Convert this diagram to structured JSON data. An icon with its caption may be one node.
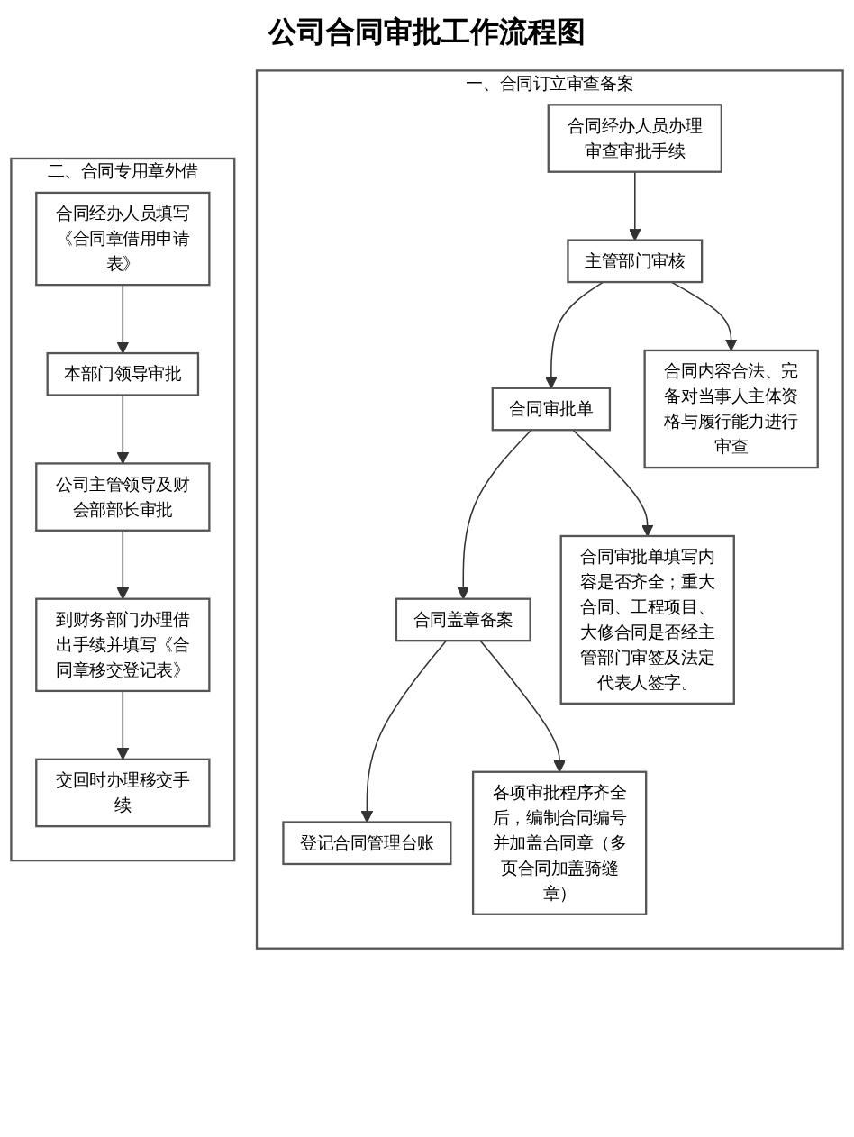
{
  "diagram": {
    "title": "公司合同审批工作流程图",
    "nodes": [
      {
        "text": [
          "一、合同订立审查备案"
        ]
      },
      {
        "text": [
          "合同经办人员办理审查审批手续"
        ],
        "in": 0
      },
      {
        "text": [
          "主管部门审核"
        ],
        "in": 0
      },
      {
        "text": [
          "合同审批单"
        ],
        "in": 0
      },
      {
        "text": [
          "合同盖章备案"
        ],
        "in": 0
      },
      {
        "text": [
          "登记合同管理台账"
        ],
        "in": 0
      },
      {
        "text": [
          "合同内容合法、完备对当事人主体资格与履行能力进行审查"
        ],
        "in": 0
      },
      {
        "text": [
          "合同审批单填写内容是否齐全；重大合同、工程项目、大修合同是否经主管部门审签及法定代表人签字。"
        ],
        "in": 0
      },
      {
        "text": [
          "各项审批程序齐全后，编制合同编号并加盖合同章（多页合同加盖骑缝章）"
        ],
        "in": 0
      },
      {
        "text": [
          "二、合同专用章外借"
        ]
      },
      {
        "text": [
          "合同经办人员填写《合同章借用申请表》"
        ],
        "in": 9
      },
      {
        "text": [
          "本部门领导审批"
        ],
        "in": 9
      },
      {
        "text": [
          "公司主管领导及财会部部长审批"
        ],
        "in": 9
      },
      {
        "text": [
          "到财务部门办理借出手续并填写《合同章移交登记表》"
        ],
        "in": 9
      },
      {
        "text": [
          "交回时办理移交手续"
        ],
        "in": 9
      }
    ],
    "edges": [
      {
        "from": 1,
        "to": 2,
        "arrow": "to"
      },
      {
        "from": 2,
        "to": 3,
        "arrow": "to"
      },
      {
        "from": 3,
        "to": 4,
        "arrow": "to"
      },
      {
        "from": 4,
        "to": 5,
        "arrow": "to"
      },
      {
        "from": 2,
        "to": 6,
        "arrow": "to"
      },
      {
        "from": 3,
        "to": 7,
        "arrow": "to"
      },
      {
        "from": 4,
        "to": 8,
        "arrow": "to"
      },
      {
        "from": 10,
        "to": 11,
        "arrow": "to"
      },
      {
        "from": 11,
        "to": 12,
        "arrow": "to"
      },
      {
        "from": 12,
        "to": 13,
        "arrow": "to"
      },
      {
        "from": 13,
        "to": 14,
        "arrow": "to"
      }
    ]
  }
}
